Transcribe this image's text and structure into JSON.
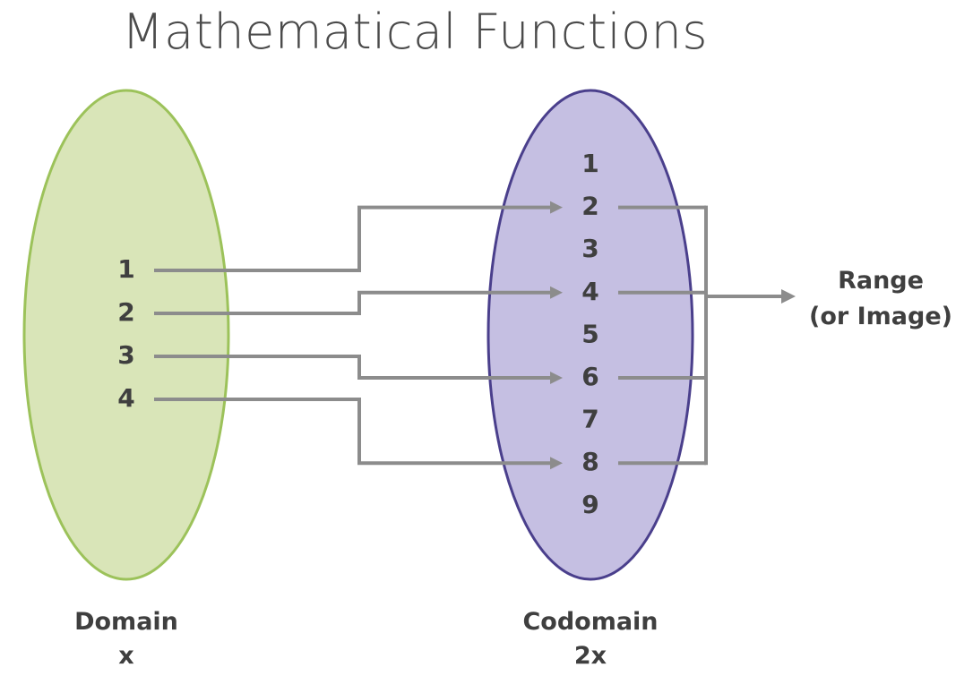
{
  "title": "Mathematical Functions",
  "domain_set": {
    "values": [
      "1",
      "2",
      "3",
      "4"
    ],
    "label": "Domain",
    "sublabel": "x",
    "fill": "#d9e5b8",
    "stroke": "#9cc25a"
  },
  "codomain_set": {
    "values": [
      "1",
      "2",
      "3",
      "4",
      "5",
      "6",
      "7",
      "8",
      "9"
    ],
    "label": "Codomain",
    "sublabel": "2x",
    "fill": "#c5bfe2",
    "stroke": "#4a3f8c"
  },
  "mappings": [
    {
      "from": "1",
      "to": "2"
    },
    {
      "from": "2",
      "to": "4"
    },
    {
      "from": "3",
      "to": "6"
    },
    {
      "from": "4",
      "to": "8"
    }
  ],
  "range": {
    "members": [
      "2",
      "4",
      "6",
      "8"
    ],
    "label_line1": "Range",
    "label_line2": "(or Image)"
  },
  "arrow_color": "#8c8c8c"
}
